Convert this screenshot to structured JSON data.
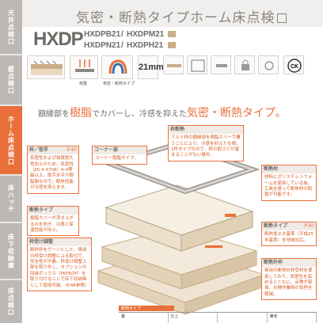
{
  "header": {
    "title": "気密・断熱タイプホーム床点検",
    "series": "HXDP",
    "models": [
      "HXDPB21",
      "HXDPM21",
      "HXDPN21",
      "HXDPH21"
    ],
    "model_separator": "/"
  },
  "tabs": [
    {
      "label": "天井点検口",
      "state": "grey"
    },
    {
      "label": "壁点検口",
      "state": "grey"
    },
    {
      "label": "ホーム床点検口",
      "state": "active"
    },
    {
      "label": "床ハッチ",
      "state": "grey"
    },
    {
      "label": "床下収納庫",
      "state": "grey"
    },
    {
      "label": "床点検口",
      "state": "grey"
    }
  ],
  "icons": [
    {
      "label": "",
      "name": "insulation-icon"
    },
    {
      "label": "荷重",
      "name": "load-icon"
    },
    {
      "label": "気密・断熱タイプ",
      "name": "airtight-icon"
    },
    {
      "label": "21mm",
      "name": "thickness-icon"
    },
    {
      "label": "",
      "name": "floor-icon"
    },
    {
      "label": "",
      "name": "frame-icon"
    },
    {
      "label": "",
      "name": "handle-icon"
    },
    {
      "label": "",
      "name": "lock-icon"
    },
    {
      "label": "",
      "name": "screw-icon"
    },
    {
      "label": "",
      "name": "ck-icon"
    }
  ],
  "tagline": {
    "pre": "額縁部を",
    "accent": "樹脂",
    "mid": "でカバーし、冷感を抑えた",
    "accent2": "気密・断熱タイプ。"
  },
  "callouts": {
    "frame_handle": {
      "title": "枠／取手",
      "ref": "P.40",
      "body": "気密性および強度耐久性向上のため、気密性（JIS A 4706）A-4等級以上。取手水平が樹脂製なので、断熱性能が冷感を抑えます。"
    },
    "corner": {
      "title": "コーナー部",
      "body": "コーナー樹脂タイプ。"
    },
    "airtight_frame": {
      "title": "枠断熱",
      "body": "アルミ枠の額縁部を樹脂カバーで覆うことにより、冷感を抑えた仕様。1枠タイプなので、枠の割ゴミが溜まることがない設計。"
    },
    "insulation": {
      "title": "断熱材",
      "body": "材料にポリスチレンフォームを使用している為、工具を使って断熱材の取替が可能です。"
    },
    "resin_cover": {
      "title": "断熱タイプ",
      "body": "樹脂カバーが浮き上がるのを防ぎ、冷感と保温性能が向上。"
    },
    "reinforcement": {
      "title": "断熱タイプ",
      "ref": "P.40",
      "body": "断熱省エネ基準（平成25年基準）全地域対応。"
    },
    "adjustment": {
      "title": "枠受け調整",
      "body": "断熱枠をゲージにした、専用の枠受け調整による取付で、安全性が不要。枠受け調整上部を取り外し、オプションの収納ボックス（PKP6DP）を取り付けることで床下収納庫として使用可能。（P.48参照）"
    },
    "insulation_frame": {
      "title": "断熱外枠",
      "body": "専用の断熱外枠受材を使用しており、気密性を高めるとともに、点検が容易。点検作業時の負担を軽減。"
    }
  },
  "footer": {
    "bar_label": "断熱タイプ",
    "cols": [
      "番",
      "仕上",
      "",
      "備考"
    ]
  }
}
